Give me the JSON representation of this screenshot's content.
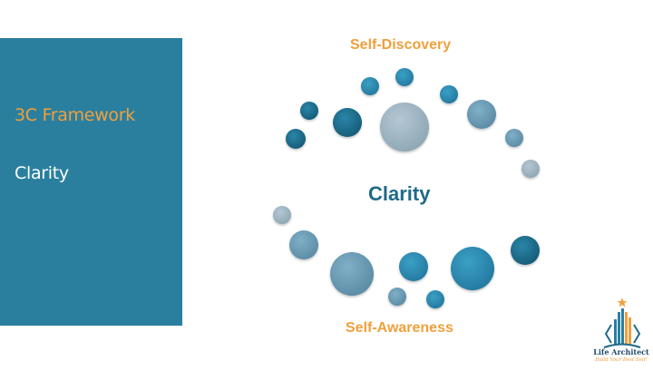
{
  "panel": {
    "title": "3C Framework",
    "subtitle": "Clarity",
    "background_color": "#2a7f9f",
    "title_color": "#f0a03c",
    "subtitle_color": "#ffffff"
  },
  "diagram": {
    "top_label": "Self-Discovery",
    "center_label": "Clarity",
    "bottom_label": "Self-Awareness",
    "label_color": "#f0a03c",
    "center_color": "#1f6a8a",
    "bubble_palette": {
      "dark": "#1e6a88",
      "mid": "#2f8fb3",
      "light": "#6fa0ba",
      "pale": "#9fb6c4"
    }
  },
  "logo": {
    "name": "Life Architect",
    "tagline": "Build Your Best Self!",
    "icon": "building-star-icon"
  }
}
